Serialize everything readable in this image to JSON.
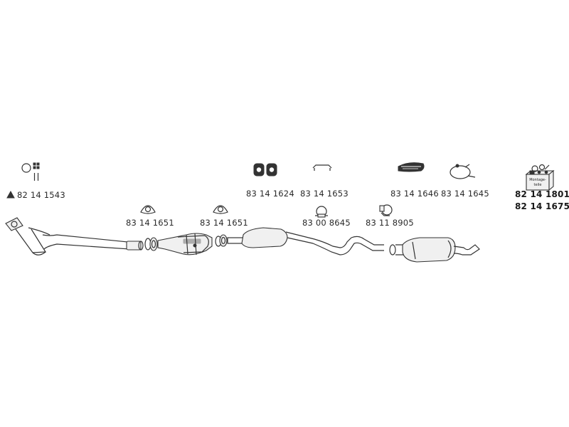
{
  "parts": {
    "gasket_set": "82 14 1543",
    "flange_gasket_1": "83 14 1651",
    "flange_gasket_2": "83 14 1651",
    "rubber_mounts": "83 14 1624",
    "hanger_bracket": "83 14 1653",
    "clamp_1": "83 00 8645",
    "clamp_2": "83 11 8905",
    "mounting_strap": "83 14 1646",
    "exhaust_hanger": "83 14 1645",
    "mounting_kit_1": "82 14 1801",
    "mounting_kit_2": "82 14 1675"
  },
  "kit_box_text": "Montage-\nteile",
  "accent_color": "#333333"
}
